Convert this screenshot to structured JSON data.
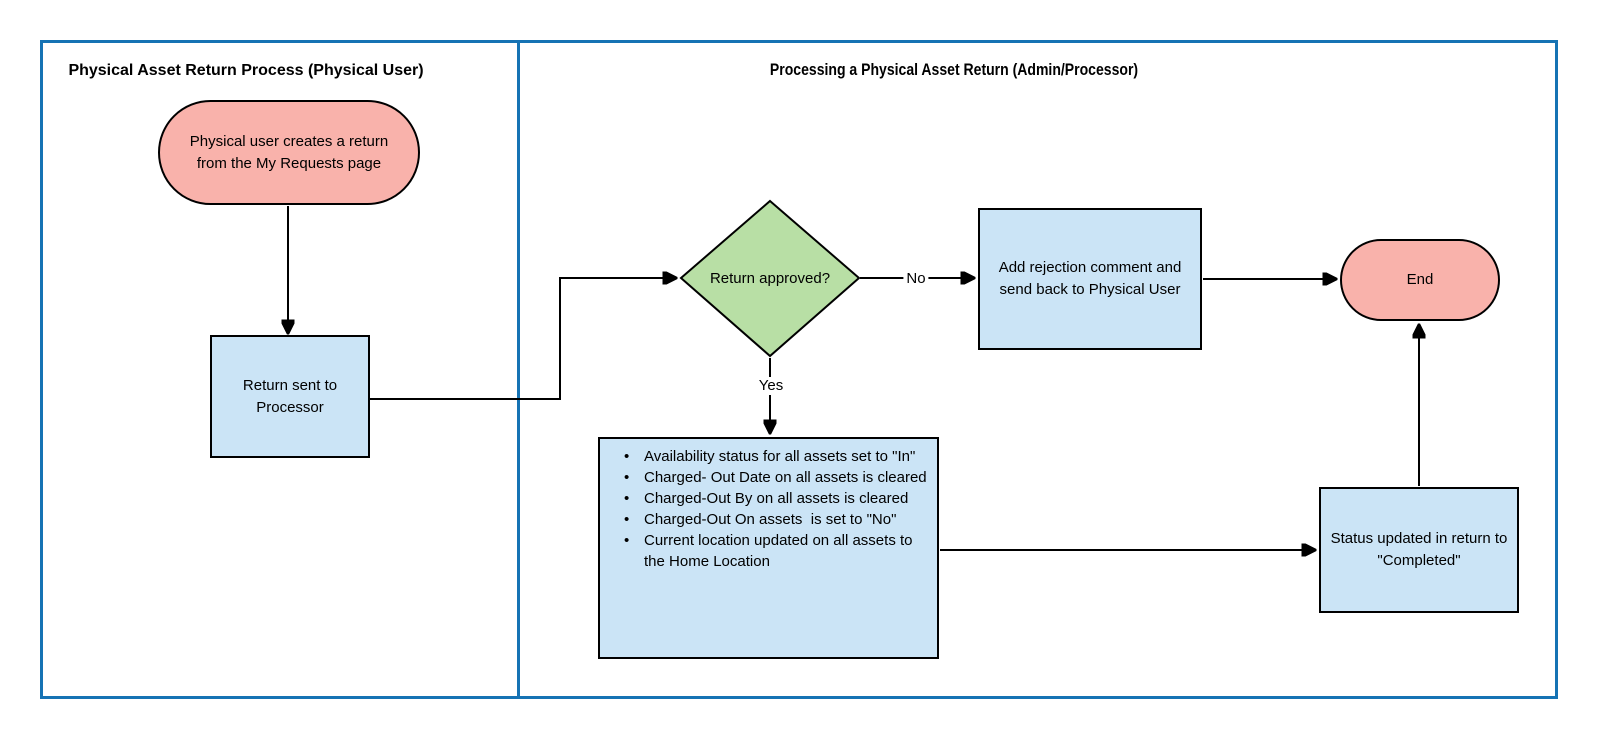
{
  "diagram": {
    "lanes": {
      "left_title": "Physical Asset Return Process (Physical User)",
      "right_title": "Processing a Physical Asset Return (Admin/Processor)"
    },
    "nodes": {
      "start": "Physical user creates a return from the My Requests page",
      "return_sent": "Return sent to Processor",
      "decision": "Return approved?",
      "rejection": "Add rejection comment and send back to Physical User",
      "end": "End",
      "status": "Status updated in return to \"Completed\"",
      "actions": [
        "Availability status for all assets set to \"In\"",
        "Charged- Out Date on all assets is cleared",
        "Charged-Out By on all assets is cleared",
        "Charged-Out On assets  is set to \"No\"",
        "Current location updated on all assets to the Home Location"
      ]
    },
    "edge_labels": {
      "no": "No",
      "yes": "Yes"
    }
  },
  "colors": {
    "lane_border": "#1673b4",
    "terminator_fill": "#f9b2ab",
    "decision_fill": "#b8dfa5",
    "process_fill": "#cbe4f6",
    "shape_stroke": "#000000",
    "edge_stroke": "#000000"
  }
}
